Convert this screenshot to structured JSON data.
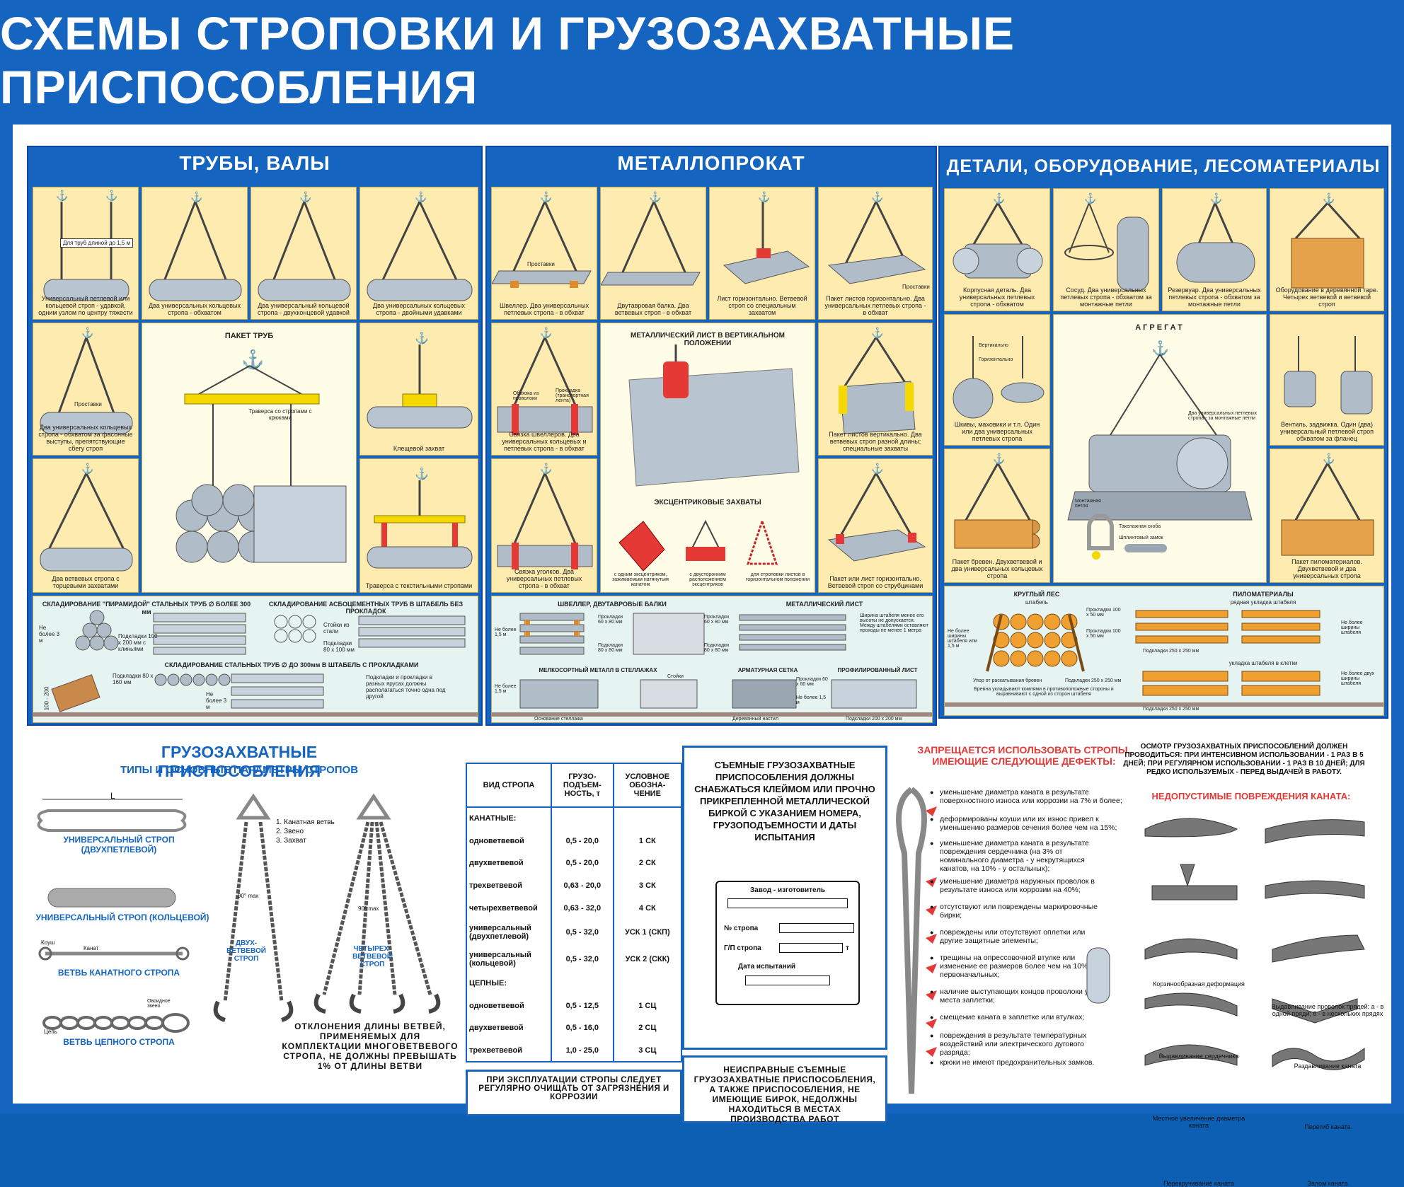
{
  "title": "СХЕМЫ СТРОПОВКИ И ГРУЗОЗАХВАТНЫЕ ПРИСПОСОБЛЕНИЯ",
  "colors": {
    "frame": "#1565c0",
    "cell_bg": "#fdebb0",
    "storage_bg": "#e6f4f1",
    "accent_red": "#e53935",
    "crossbar_yellow": "#f5d800"
  },
  "pipes_panel": {
    "title": "ТРУБЫ, ВАЛЫ",
    "label_short_pipe": "Для труб длиной до 1,5 м",
    "captions": [
      "Универсальный петлевой или кольцевой строп - удавкой, одним узлом по центру тяжести",
      "Два универсальных кольцевых стропа - обхватом",
      "Два универсальный кольцевой стропа - двухконцевой удавкой",
      "Два универсальных кольцевых стропа - двойными удавками",
      "Два универсальных кольцевых стропа - обхватом за фасонные выступы, препятствующие сбегу строп",
      "Клещевой захват",
      "Два ветвевых стропа с торцевыми захватами",
      "Траверса с текстильными стропами"
    ],
    "label_spacers": "Проставки",
    "pack_title": "ПАКЕТ ТРУБ",
    "traverse_label": "Траверса со стропами с крюками",
    "storage": {
      "h1": "СКЛАДИРОВАНИЕ \"ПИРАМИДОЙ\" СТАЛЬНЫХ ТРУБ ∅ БОЛЕЕ 300 мм",
      "h2": "СКЛАДИРОВАНИЕ АСБОЦЕМЕНТНЫХ ТРУБ В ШТАБЕЛЬ БЕЗ ПРОКЛАДОК",
      "h3": "СКЛАДИРОВАНИЕ СТАЛЬНЫХ ТРУБ ∅ ДО 300мм В ШТАБЕЛЬ С ПРОКЛАДКАМИ",
      "l1": "Не более 3 м",
      "l2": "Подкладки 100 х 200 мм с клиньями",
      "l3": "Стойки из стали",
      "l4": "Подкладки 80 х 100 мм",
      "l5": "Подкладки 80 х 160 мм",
      "l6": "Не более 3 м",
      "l7": "Подкладки и прокладки в разных ярусах должны располагаться точно одна под другой",
      "l8": "100 - 200"
    }
  },
  "metal_panel": {
    "title": "МЕТАЛЛОПРОКАТ",
    "label_spacers": "Проставки",
    "captions": [
      "Швеллер. Два универсальных петлевых стропа - в обхват",
      "Двутавровая балка. Два ветвевых строп - в обхват",
      "Лист горизонтально. Ветвевой строп со специальным захватом",
      "Пакет листов горизонтально. Два универсальных петлевых стропа - в обхват",
      "Связка швеллеров. Два универсальных кольцевых и петлевых стропа - в обхват",
      "Пакет листов вертикально. Два ветвевых строп разной длины; специальные захваты",
      "Связка уголков. Два универсальных петлевых стропа - в обхват",
      "Пакет или лист горизонтально. Ветвевой строп со струбцинами",
      "с одним эксцентриком, зажимаемым натянутым канатом",
      "с двусторонним расположением эксцентриков",
      "для строповки листов в горизонтальном положении"
    ],
    "label_binding": "Обвязка из проволоки",
    "label_spacer_transport": "Прокладка (транспортная лента)",
    "vertical_title": "МЕТАЛЛИЧЕСКИЙ ЛИСТ В ВЕРТИКАЛЬНОМ ПОЛОЖЕНИИ",
    "eccentric_title": "ЭКСЦЕНТРИКОВЫЕ ЗАХВАТЫ",
    "label_spacers_side": "Проставки",
    "storage": {
      "h1": "ШВЕЛЛЕР, ДВУТАВРОВЫЕ БАЛКИ",
      "h2": "МЕТАЛЛИЧЕСКИЙ ЛИСТ",
      "h3": "МЕЛКОСОРТНЫЙ МЕТАЛЛ В СТЕЛЛАЖАХ",
      "h4": "АРМАТУРНАЯ СЕТКА",
      "h5": "ПРОФИЛИРОВАННЫЙ ЛИСТ",
      "l1": "Прокладки 60 х 80 мм",
      "l2": "Не более 1,5 м",
      "l3": "Подкладки 80 х 80 мм",
      "l4": "Прокладки 60 х 80 мм",
      "l5": "Подкладки 80 х 80 мм",
      "l6": "Ширина штабеля менее его высоты не допускается. Между штабелями оставляют проходы не менее 1 метра",
      "l7": "Стойки",
      "l8": "Не более 1,5 м",
      "l9": "Основание стеллажа",
      "l10": "Деревянный настил",
      "l11": "Прокладки 60 х 60 мм",
      "l12": "Не более 1,5 м",
      "l13": "Подкладки 200 х 200 мм"
    }
  },
  "parts_panel": {
    "title": "ДЕТАЛИ, ОБОРУДОВАНИЕ, ЛЕСОМАТЕРИАЛЫ",
    "captions": [
      "Корпусная деталь. Два универсальных петлевых стропа - обхватом",
      "Сосуд. Два универсальных петлевых стропа - обхватом за монтажные петли",
      "Резервуар. Два универсальных петлевых стропа - обхватом за монтажные петли",
      "Оборудование в деревянной таре. Четырех ветвевой и ветвевой строп",
      "Шкивы, маховики и т.п. Один или два универсальных петлевых стропа",
      "Вентиль, задвижка. Один (два) универсальный петлевой строп обхватом за фланец",
      "Пакет бревен. Двухветвевой и два универсальных кольцевых стропа",
      "Пакет пиломатериалов. Двухветвевой и два универсальных стропа"
    ],
    "label_vertical": "Вертикально",
    "label_horizontal": "Горизонтально",
    "aggregate_title": "АГРЕГАТ",
    "aggregate_label": "Два универсальных петлевых стропа - за монтажные петли",
    "label_loop": "Монтажная петля",
    "label_shackle": "Такелажная скоба",
    "label_pin": "Шплинтовый замок",
    "storage": {
      "h1": "КРУГЛЫЙ ЛЕС",
      "h1b": "штабель",
      "h2": "ПИЛОМАТЕРИАЛЫ",
      "h2b": "рядная укладка штабеля",
      "h3": "укладка штабеля в клетки",
      "l1": "Прокладки 100 х 50 мм",
      "l2": "Не более ширины штабеля или 1,5 м",
      "l3": "Прокладки 100 х 50 мм",
      "l4": "Подкладки 250 х 250 мм",
      "l5": "Не более ширины штабеля",
      "l6": "Упор от раскатывания бревен",
      "l7": "Подкладки 250 х 250 мм",
      "l8": "Бревна укладывают комлями в противоположные стороны и выравнивают с одной из сторон штабеля",
      "l9": "Подкладки 250 х 250 мм",
      "l10": "Не более двух ширины штабеля"
    }
  },
  "lifting": {
    "title": "ГРУЗОЗАХВАТНЫЕ ПРИСПОСОБЛЕНИЯ",
    "subtitle": "ТИПЫ И ОСНОВНЫЕ ПАРАМЕТРЫ СТРОПОВ",
    "L": "L",
    "loop_sling": "УНИВЕРСАЛЬНЫЙ СТРОП (ДВУХПЕТЛЕВОЙ)",
    "ring_sling": "УНИВЕРСАЛЬНЫЙ СТРОП (КОЛЬЦЕВОЙ)",
    "rope_branch": "ВЕТВЬ КАНАТНОГО СТРОПА",
    "chain_branch": "ВЕТВЬ ЦЕПНОГО СТРОПА",
    "koush": "Коуш",
    "kanat": "Канат",
    "link_label": "Овоидное звено",
    "chain_label": "Цепь",
    "legend": [
      "1. Канатная ветвь",
      "2. Звено",
      "3. Захват"
    ],
    "angle": "90° max",
    "two_branch": "ДВУХ- ВЕТВЕВОЙ СТРОП",
    "four_branch": "ЧЕТЫРЕХ- ВЕТВЕВОЙ СТРОП",
    "deviation_note": "ОТКЛОНЕНИЯ ДЛИНЫ ВЕТВЕЙ, ПРИМЕНЯЕМЫХ ДЛЯ КОМПЛЕКТАЦИИ МНОГОВЕТВЕВОГО СТРОПА, НЕ ДОЛЖНЫ ПРЕВЫШАТЬ 1% ОТ ДЛИНЫ ВЕТВИ"
  },
  "sling_table": {
    "headers": [
      "ВИД СТРОПА",
      "ГРУЗО- ПОДЪЕМ- НОСТЬ, т",
      "УСЛОВНОЕ ОБОЗНА- ЧЕНИЕ"
    ],
    "rows": [
      [
        "КАНАТНЫЕ:",
        "",
        ""
      ],
      [
        "одноветвевой",
        "0,5 - 20,0",
        "1 СК"
      ],
      [
        "двухветвевой",
        "0,5 - 20,0",
        "2 СК"
      ],
      [
        "трехветвевой",
        "0,63 - 20,0",
        "3 СК"
      ],
      [
        "четырехветвевой",
        "0,63 - 32,0",
        "4 СК"
      ],
      [
        "универсальный (двухпетлевой)",
        "0,5 - 32,0",
        "УСК 1 (СКП)"
      ],
      [
        "универсальный (кольцевой)",
        "0,5 - 32,0",
        "УСК 2 (СКК)"
      ],
      [
        "ЦЕПНЫЕ:",
        "",
        ""
      ],
      [
        "одноветвевой",
        "0,5 - 12,5",
        "1 СЦ"
      ],
      [
        "двухветвевой",
        "0,5 - 16,0",
        "2 СЦ"
      ],
      [
        "трехветвевой",
        "1,0 - 25,0",
        "3 СЦ"
      ]
    ],
    "note": "ПРИ ЭКСПЛУАТАЦИИ СТРОПЫ СЛЕДУЕТ РЕГУЛЯРНО ОЧИЩАТЬ ОТ ЗАГРЯЗНЕНИЯ И КОРРОЗИИ"
  },
  "tag": {
    "text": "СЪЕМНЫЕ ГРУЗОЗАХВАТНЫЕ ПРИСПОСОБЛЕНИЯ ДОЛЖНЫ СНАБЖАТЬСЯ КЛЕЙМОМ ИЛИ ПРОЧНО ПРИКРЕПЛЕННОЙ МЕТАЛЛИЧЕСКОЙ БИРКОЙ С УКАЗАНИЕМ НОМЕРА, ГРУЗОПОДЪЕМНОСТИ И ДАТЫ ИСПЫТАНИЯ",
    "maker": "Завод - изготовитель",
    "number": "№ стропа",
    "capacity": "Г/П стропа",
    "unit_t": "т",
    "date": "Дата испытаний",
    "faulty_note": "НЕИСПРАВНЫЕ СЪЕМНЫЕ ГРУЗОЗАХВАТНЫЕ ПРИСПОСОБЛЕНИЯ, А ТАКЖЕ ПРИСПОСОБЛЕНИЯ, НЕ ИМЕЮЩИЕ БИРОК, НЕДОЛЖНЫ НАХОДИТЬСЯ В МЕСТАХ ПРОИЗВОДСТВА РАБОТ"
  },
  "defects": {
    "title": "ЗАПРЕЩАЕТСЯ ИСПОЛЬЗОВАТЬ СТРОПЫ, ИМЕЮЩИЕ СЛЕДУЮЩИЕ ДЕФЕКТЫ:",
    "items": [
      "уменьшение диаметра каната в результате поверхностного износа или коррозии на 7% и более;",
      "деформированы коуши или их износ привел к уменьшению размеров сечения более чем на 15%;",
      "уменьшение диаметра каната в результате повреждения сердечника (на 3% от номинального диаметра - у некрутящихся канатов, на 10% - у остальных);",
      "уменьшение диаметра наружных проволок в результате износа или коррозии на 40%;",
      "отсутствуют или повреждены маркировочные бирки;",
      "повреждены или отсутствуют оплетки или другие защитные элементы;",
      "трещины на опрессовочной втулке или изменение ее размеров более чем на 10% от первоначальных;",
      "наличие выступающих концов проволоки у места заплетки;",
      "смещение каната в заплетке или втулках;",
      "повреждения в результате температурных воздействий или электрического дугового разряда;",
      "крюки не имеют предохранительных замков."
    ],
    "inspection": "ОСМОТР ГРУЗОЗАХВАТНЫХ ПРИСПОСОБЛЕНИЙ ДОЛЖЕН ПРОВОДИТЬСЯ: ПРИ ИНТЕНСИВНОМ ИСПОЛЬЗОВАНИИ - 1 РАЗ В 5 ДНЕЙ; ПРИ РЕГУЛЯРНОМ ИСПОЛЬЗОВАНИИ - 1 РАЗ В 10 ДНЕЙ; ДЛЯ РЕДКО ИСПОЛЬЗУЕМЫХ - ПЕРЕД ВЫДАЧЕЙ В РАБОТУ.",
    "damage_title": "НЕДОПУСТИМЫЕ ПОВРЕЖДЕНИЯ КАНАТА:",
    "damages": [
      "Корзинообразная деформация",
      "Выдавливание проволок прядей: а - в одной пряди; б - в нескольких прядях",
      "Выдавливание сердечника",
      "Раздавливание каната",
      "Местное увеличение диаметра каната",
      "Перегиб каната",
      "Перекручивание каната",
      "Залом каната"
    ]
  }
}
